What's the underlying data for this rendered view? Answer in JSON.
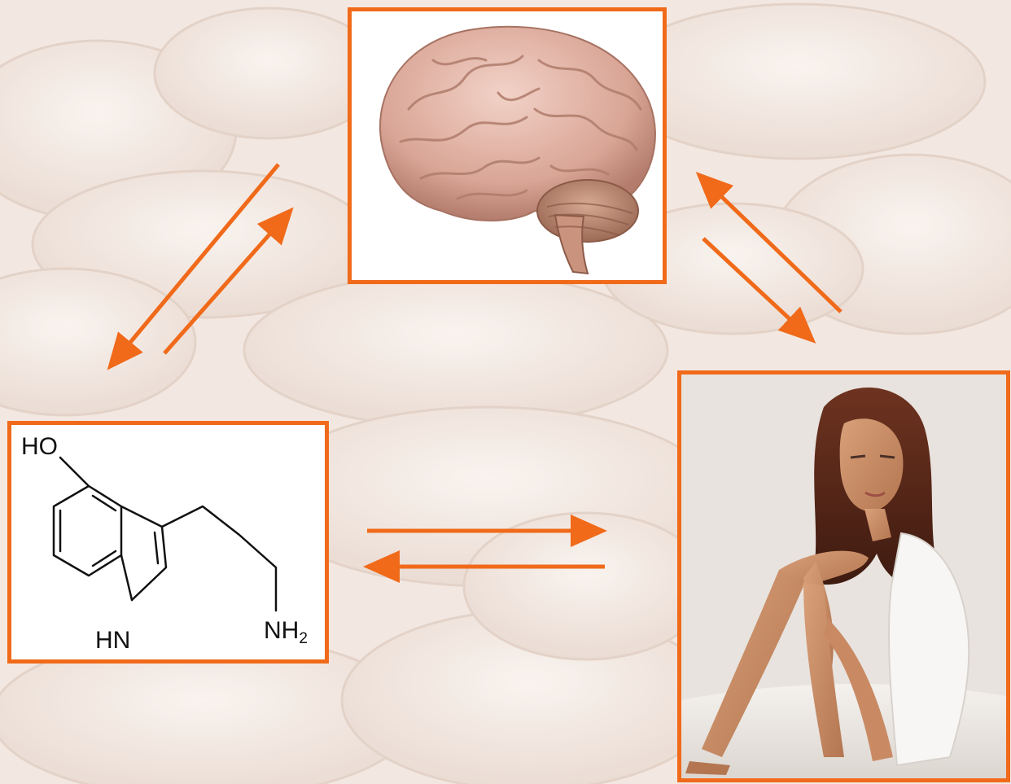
{
  "nodes": {
    "brain": {
      "label": "",
      "icon": "brain-image"
    },
    "serotonin": {
      "icon": "serotonin-structure",
      "atoms": {
        "hydroxyl": "HO",
        "indole_nh": "HN",
        "amine": "NH",
        "amine_sub": "2"
      }
    },
    "person": {
      "label": "",
      "icon": "thin-woman-photo"
    }
  },
  "edges": [
    {
      "from": "brain",
      "to": "serotonin"
    },
    {
      "from": "serotonin",
      "to": "brain"
    },
    {
      "from": "brain",
      "to": "person"
    },
    {
      "from": "person",
      "to": "brain"
    },
    {
      "from": "serotonin",
      "to": "person"
    },
    {
      "from": "person",
      "to": "serotonin"
    }
  ],
  "colors": {
    "accent": "#f06a1a",
    "background": "#f5ece6"
  }
}
